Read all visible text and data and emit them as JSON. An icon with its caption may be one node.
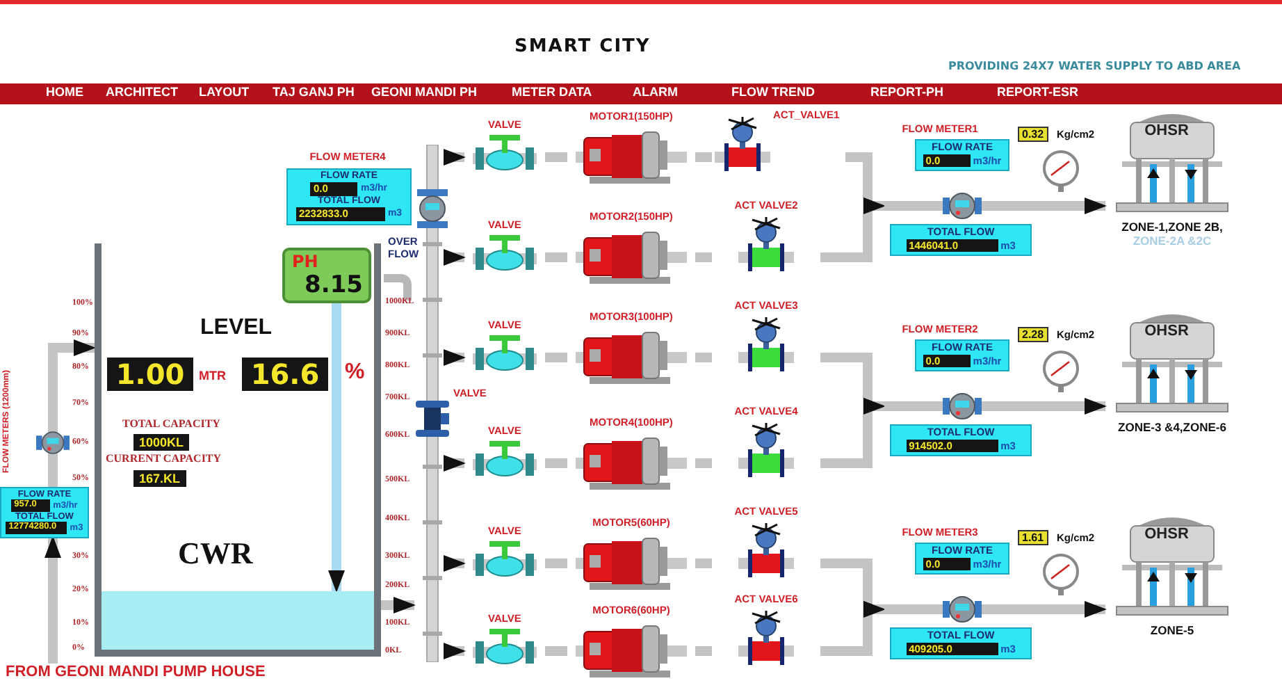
{
  "diagram": {
    "title": "SMART CITY",
    "nodes": [
      {
        "text": [
          "FROM GEONI MANDI PUMP HOUSE"
        ]
      },
      {
        "text": [
          "FLOW METERS (1200mm)",
          "FLOW RATE",
          "957.0",
          "m3/hr",
          "TOTAL FLOW",
          "12774280.0",
          "m3"
        ]
      },
      {
        "text": [
          "LEVEL",
          "1.00",
          "MTR",
          "16.6",
          "%",
          "TOTAL CAPACITY",
          "1000KL",
          "CURRENT CAPACITY",
          "167.KL",
          "CWR"
        ]
      },
      {
        "text": [],
        "shape": "box",
        "in": 2
      },
      {
        "text": [
          "PH",
          "8.15"
        ],
        "in": 2
      },
      {
        "text": [
          "FLOW METER4",
          "FLOW RATE",
          "0.0",
          "m3/hr",
          "TOTAL FLOW",
          "2232833.0",
          "m3"
        ]
      },
      {
        "text": [],
        "shape": "bar"
      },
      {
        "text": [
          "VALVE"
        ]
      },
      {
        "text": [
          "VALVE"
        ]
      },
      {
        "text": [
          "VALVE"
        ]
      },
      {
        "text": [
          "VALVE"
        ]
      },
      {
        "text": [
          "VALVE"
        ]
      },
      {
        "text": [
          "VALVE"
        ]
      },
      {
        "text": [
          "MOTOR1(150HP)"
        ]
      },
      {
        "text": [
          "MOTOR2(150HP)"
        ]
      },
      {
        "text": [
          "MOTOR3(100HP)"
        ]
      },
      {
        "text": [
          "MOTOR4(100HP)"
        ]
      },
      {
        "text": [
          "MOTOR5(60HP)"
        ]
      },
      {
        "text": [
          "MOTOR6(60HP)"
        ]
      },
      {
        "text": [
          "ACT_VALVE1"
        ]
      },
      {
        "text": [
          "ACT VALVE2"
        ]
      },
      {
        "text": [
          "ACT VALVE3"
        ]
      },
      {
        "text": [
          "ACT VALVE4"
        ]
      },
      {
        "text": [
          "ACT VALVE5"
        ]
      },
      {
        "text": [
          "ACT VALVE6"
        ]
      },
      {
        "text": [
          "FLOW METER1",
          "FLOW RATE",
          "0.0",
          "m3/hr",
          "TOTAL FLOW",
          "1446041.0",
          "m3"
        ]
      },
      {
        "text": [
          "FLOW METER2",
          "FLOW RATE",
          "0.0",
          "m3/hr",
          "TOTAL FLOW",
          "914502.0",
          "m3"
        ]
      },
      {
        "text": [
          "FLOW METER3",
          "FLOW RATE",
          "0.0",
          "m3/hr",
          "TOTAL FLOW",
          "409205.0",
          "m3"
        ]
      },
      {
        "text": [
          "OHSR"
        ],
        "beside": [
          "ZONE-1,ZONE 2B,",
          "ZONE-2A &2C"
        ]
      },
      {
        "text": [
          "OHSR"
        ],
        "beside": [
          "ZONE-3 &4,ZONE-6"
        ]
      },
      {
        "text": [
          "OHSR"
        ],
        "beside": [
          "ZONE-5"
        ]
      }
    ],
    "edges": [
      {
        "from": 0,
        "to": 1,
        "arrow": "to"
      },
      {
        "from": 1,
        "to": 2,
        "arrow": "to"
      },
      {
        "from": 2,
        "to": 6,
        "arrow": "to"
      },
      {
        "from": 4,
        "to": 3,
        "arrow": "to",
        "color": "#a9dcf2"
      },
      {
        "from": 6,
        "to": 7,
        "arrow": "to"
      },
      {
        "from": 6,
        "to": 8,
        "arrow": "to"
      },
      {
        "from": 6,
        "to": 9,
        "arrow": "to"
      },
      {
        "from": 6,
        "to": 10,
        "arrow": "to"
      },
      {
        "from": 6,
        "to": 11,
        "arrow": "to"
      },
      {
        "from": 6,
        "to": 12,
        "arrow": "to"
      },
      {
        "from": 7,
        "to": 13,
        "arrow": "none"
      },
      {
        "from": 8,
        "to": 14,
        "arrow": "none"
      },
      {
        "from": 9,
        "to": 15,
        "arrow": "none"
      },
      {
        "from": 10,
        "to": 16,
        "arrow": "none"
      },
      {
        "from": 11,
        "to": 17,
        "arrow": "none"
      },
      {
        "from": 12,
        "to": 18,
        "arrow": "none"
      },
      {
        "from": 13,
        "to": 19,
        "arrow": "none"
      },
      {
        "from": 14,
        "to": 20,
        "arrow": "none"
      },
      {
        "from": 15,
        "to": 21,
        "arrow": "none"
      },
      {
        "from": 16,
        "to": 22,
        "arrow": "none"
      },
      {
        "from": 17,
        "to": 23,
        "arrow": "none"
      },
      {
        "from": 18,
        "to": 24,
        "arrow": "none"
      },
      {
        "from": 19,
        "to": 25,
        "arrow": "to"
      },
      {
        "from": 20,
        "to": 25,
        "arrow": "to"
      },
      {
        "from": 21,
        "to": 26,
        "arrow": "to"
      },
      {
        "from": 22,
        "to": 26,
        "arrow": "to"
      },
      {
        "from": 23,
        "to": 27,
        "arrow": "to"
      },
      {
        "from": 24,
        "to": 27,
        "arrow": "to"
      },
      {
        "from": 25,
        "to": 28,
        "arrow": "to"
      },
      {
        "from": 26,
        "to": 29,
        "arrow": "to"
      },
      {
        "from": 27,
        "to": 30,
        "arrow": "to"
      }
    ],
    "labels": [
      "PROVIDING 24X7 WATER SUPPLY TO ABD AREA",
      "HOME",
      "ARCHITECT",
      "LAYOUT",
      "TAJ GANJ PH",
      "GEONI MANDI PH",
      "METER DATA",
      "ALARM",
      "FLOW TREND",
      "REPORT-PH",
      "REPORT-ESR",
      "100%",
      "90%",
      "80%",
      "70%",
      "60%",
      "50%",
      "30%",
      "20%",
      "10%",
      "0%",
      "1000KL",
      "900KL",
      "800KL",
      "700KL",
      "600KL",
      "500KL",
      "400KL",
      "300KL",
      "200KL",
      "100KL",
      "0KL",
      "OVER FLOW",
      "VALVE",
      "0.32",
      "Kg/cm2",
      "2.28",
      "Kg/cm2",
      "1.61",
      "Kg/cm2"
    ]
  }
}
